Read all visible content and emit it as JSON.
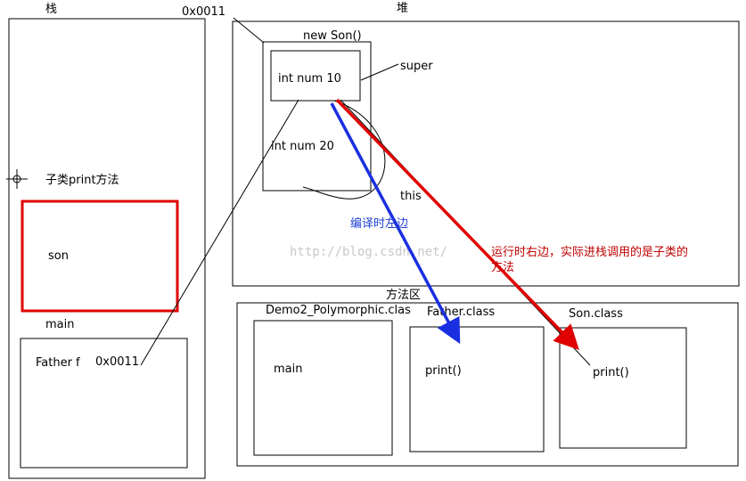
{
  "labels": {
    "stack_title": "栈",
    "heap_title": "堆",
    "address_top": "0x0011",
    "new_son": "new Son()",
    "super_label": "super",
    "this_label": "this",
    "int_num_10": "int num 10",
    "int_num_20": "int num 20",
    "subclass_print_method": "子类print方法",
    "son_frame": "son",
    "main_frame": "main",
    "father_var": "Father f",
    "father_var_addr": "0x0011",
    "method_area_title": "方法区",
    "demo_class": "Demo2_Polymorphic.clas",
    "demo_main": "main",
    "father_class": "Father.class",
    "father_print": "print()",
    "son_class": "Son.class",
    "son_print": "print()",
    "compile_left": "编译时左边",
    "runtime_right_line1": "运行时右边，实际进栈调用的是子类的",
    "runtime_right_line2": "方法",
    "watermark": "http://blog.csdn.net/"
  },
  "colors": {
    "highlight_red": "#e00000",
    "compile_blue": "#1a2fe0",
    "line": "#000000"
  }
}
